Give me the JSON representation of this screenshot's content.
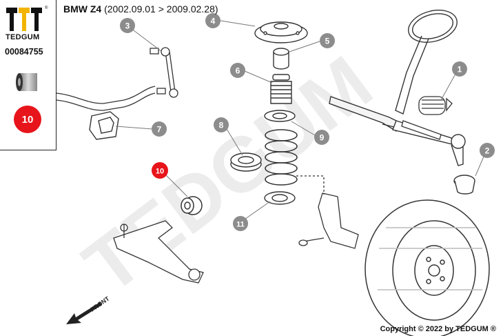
{
  "brand": {
    "name": "TEDGUM",
    "registered": "®"
  },
  "part_number": "00084755",
  "highlight_badge": "10",
  "vehicle": {
    "model": "BMW Z4",
    "dates": "(2002.09.01 > 2009.02.28)"
  },
  "watermark": "TEDGUM",
  "front_label": "FRONT",
  "copyright": "Copyright © 2022 by TEDGUM ®",
  "callouts": [
    "1",
    "2",
    "3",
    "4",
    "5",
    "6",
    "7",
    "8",
    "9",
    "10",
    "11"
  ],
  "colors": {
    "accent": "#e8141b",
    "callout_gray": "#8c8c8c",
    "line": "#333333",
    "watermark": "#ececec"
  }
}
